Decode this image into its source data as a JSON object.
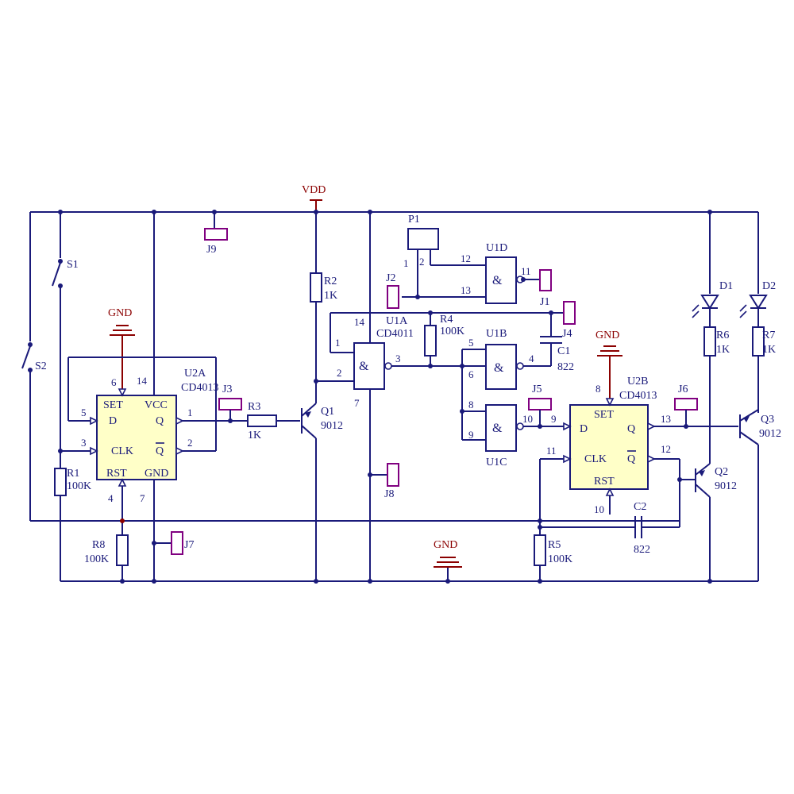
{
  "power": {
    "vdd": "VDD",
    "gnd": "GND"
  },
  "ics": {
    "u2a": {
      "ref": "U2A",
      "part": "CD4013",
      "set": "SET",
      "d": "D",
      "vcc": "VCC",
      "q": "Q",
      "clk": "CLK",
      "qbar": "Q",
      "rst": "RST",
      "gnd": "GND",
      "pins": {
        "p6": "6",
        "p14": "14",
        "p5": "5",
        "p3": "3",
        "p1": "1",
        "p2": "2",
        "p4": "4",
        "p7": "7"
      }
    },
    "u2b": {
      "ref": "U2B",
      "part": "CD4013",
      "set": "SET",
      "d": "D",
      "q": "Q",
      "clk": "CLK",
      "qbar": "Q",
      "rst": "RST",
      "pins": {
        "p8": "8",
        "p9": "9",
        "p13": "13",
        "p11": "11",
        "p12": "12",
        "p10": "10"
      }
    },
    "u1a": {
      "ref": "U1A",
      "part": "CD4011",
      "sym": "&",
      "pins": {
        "p14": "14",
        "p1": "1",
        "p2": "2",
        "p3": "3",
        "p7": "7"
      }
    },
    "u1b": {
      "ref": "U1B",
      "sym": "&",
      "pins": {
        "p5": "5",
        "p6": "6",
        "p4": "4"
      }
    },
    "u1c": {
      "ref": "U1C",
      "sym": "&",
      "pins": {
        "p8": "8",
        "p9": "9",
        "p10": "10"
      }
    },
    "u1d": {
      "ref": "U1D",
      "sym": "&",
      "pins": {
        "p12": "12",
        "p13": "13",
        "p11": "11"
      }
    }
  },
  "resistors": {
    "r1": {
      "ref": "R1",
      "val": "100K"
    },
    "r2": {
      "ref": "R2",
      "val": "1K"
    },
    "r3": {
      "ref": "R3",
      "val": "1K"
    },
    "r4": {
      "ref": "R4",
      "val": "100K"
    },
    "r5": {
      "ref": "R5",
      "val": "100K"
    },
    "r6": {
      "ref": "R6",
      "val": "1K"
    },
    "r7": {
      "ref": "R7",
      "val": "1K"
    },
    "r8": {
      "ref": "R8",
      "val": "100K"
    }
  },
  "capacitors": {
    "c1": {
      "ref": "C1",
      "val": "822"
    },
    "c2": {
      "ref": "C2",
      "val": "822"
    }
  },
  "transistors": {
    "q1": {
      "ref": "Q1",
      "val": "9012"
    },
    "q2": {
      "ref": "Q2",
      "val": "9012"
    },
    "q3": {
      "ref": "Q3",
      "val": "9012"
    }
  },
  "diodes": {
    "d1": {
      "ref": "D1"
    },
    "d2": {
      "ref": "D2"
    }
  },
  "switches": {
    "s1": {
      "ref": "S1"
    },
    "s2": {
      "ref": "S2"
    }
  },
  "connector": {
    "ref": "P1",
    "pin1": "1",
    "pin2": "2"
  },
  "jumpers": {
    "j1": "J1",
    "j2": "J2",
    "j3": "J3",
    "j4": "J4",
    "j5": "J5",
    "j6": "J6",
    "j7": "J7",
    "j8": "J8",
    "j9": "J9"
  },
  "colors": {
    "wire": "#1a1a7a",
    "power": "#8b0000",
    "ic_fill": "#ffffc8",
    "jumper": "#800080"
  }
}
